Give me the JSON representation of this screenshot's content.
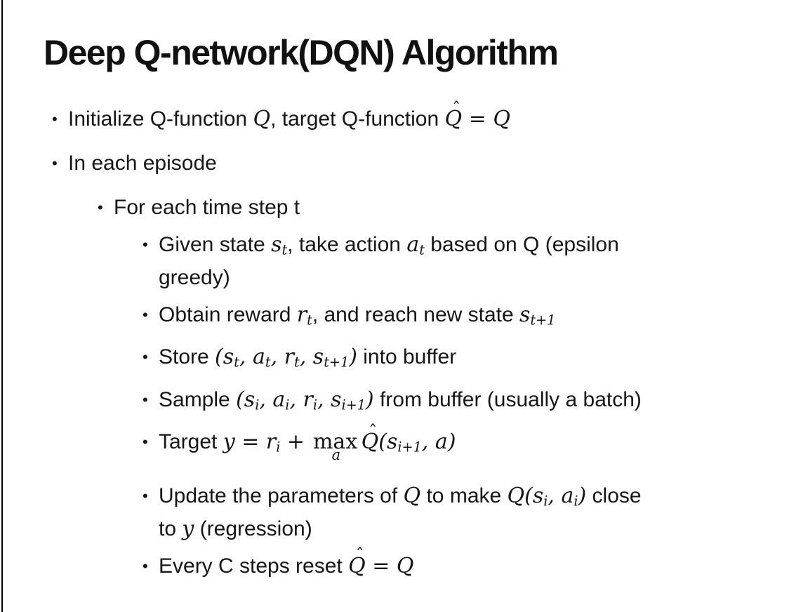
{
  "page": {
    "background": "#ffffff",
    "text_color": "#161616",
    "title_color": "#111111",
    "edge_line_color": "#000000"
  },
  "symbols": {
    "bullet": "•",
    "hat": "ˆ"
  },
  "title": "Deep Q-network(DQN) Algorithm",
  "bullets": [
    {
      "level": 1,
      "segments": [
        {
          "t": "text",
          "v": "Initialize Q-function "
        },
        {
          "t": "math",
          "v": "Q"
        },
        {
          "t": "text",
          "v": ", target Q-function "
        },
        {
          "t": "mhat",
          "v": "Q"
        },
        {
          "t": "math",
          "v": " = Q"
        }
      ]
    },
    {
      "level": 1,
      "segments": [
        {
          "t": "text",
          "v": "In each episode"
        }
      ]
    },
    {
      "level": 2,
      "segments": [
        {
          "t": "text",
          "v": "For each time step t"
        }
      ]
    },
    {
      "level": 3,
      "segments": [
        {
          "t": "text",
          "v": "Given state "
        },
        {
          "t": "msub",
          "v": "s",
          "sub": "t"
        },
        {
          "t": "text",
          "v": ", take action "
        },
        {
          "t": "msub",
          "v": "a",
          "sub": "t"
        },
        {
          "t": "text",
          "v": " based on Q (epsilon"
        },
        {
          "t": "br"
        },
        {
          "t": "text",
          "v": "greedy)"
        }
      ]
    },
    {
      "level": 3,
      "segments": [
        {
          "t": "text",
          "v": "Obtain reward "
        },
        {
          "t": "msub",
          "v": "r",
          "sub": "t"
        },
        {
          "t": "text",
          "v": ", and reach new state "
        },
        {
          "t": "msub",
          "v": "s",
          "sub": "t+1"
        }
      ]
    },
    {
      "level": 3,
      "segments": [
        {
          "t": "text",
          "v": "Store "
        },
        {
          "t": "math",
          "v": "("
        },
        {
          "t": "msub",
          "v": "s",
          "sub": "t"
        },
        {
          "t": "math",
          "v": ", "
        },
        {
          "t": "msub",
          "v": "a",
          "sub": "t"
        },
        {
          "t": "math",
          "v": ", "
        },
        {
          "t": "msub",
          "v": "r",
          "sub": "t"
        },
        {
          "t": "math",
          "v": ", "
        },
        {
          "t": "msub",
          "v": "s",
          "sub": "t+1"
        },
        {
          "t": "math",
          "v": ")"
        },
        {
          "t": "text",
          "v": " into buffer"
        }
      ]
    },
    {
      "level": 3,
      "segments": [
        {
          "t": "text",
          "v": "Sample "
        },
        {
          "t": "math",
          "v": "("
        },
        {
          "t": "msub",
          "v": "s",
          "sub": "i"
        },
        {
          "t": "math",
          "v": ", "
        },
        {
          "t": "msub",
          "v": "a",
          "sub": "i"
        },
        {
          "t": "math",
          "v": ", "
        },
        {
          "t": "msub",
          "v": "r",
          "sub": "i"
        },
        {
          "t": "math",
          "v": ", "
        },
        {
          "t": "msub",
          "v": "s",
          "sub": "i+1"
        },
        {
          "t": "math",
          "v": ")"
        },
        {
          "t": "text",
          "v": " from buffer (usually a batch)"
        }
      ]
    },
    {
      "level": 3,
      "segments": [
        {
          "t": "text",
          "v": "Target "
        },
        {
          "t": "math",
          "v": "y"
        },
        {
          "t": "math",
          "v": " = "
        },
        {
          "t": "msub",
          "v": "r",
          "sub": "i"
        },
        {
          "t": "math",
          "v": " + "
        },
        {
          "t": "underop",
          "v": "max",
          "under": "a"
        },
        {
          "t": "mhat",
          "v": "Q"
        },
        {
          "t": "math",
          "v": "("
        },
        {
          "t": "msub",
          "v": "s",
          "sub": "i+1"
        },
        {
          "t": "math",
          "v": ", a)"
        }
      ]
    },
    {
      "level": 3,
      "segments": [
        {
          "t": "text",
          "v": "Update the parameters of "
        },
        {
          "t": "math",
          "v": "Q"
        },
        {
          "t": "text",
          "v": " to make "
        },
        {
          "t": "math",
          "v": "Q("
        },
        {
          "t": "msub",
          "v": "s",
          "sub": "i"
        },
        {
          "t": "math",
          "v": ", "
        },
        {
          "t": "msub",
          "v": "a",
          "sub": "i"
        },
        {
          "t": "math",
          "v": ")"
        },
        {
          "t": "text",
          "v": " close"
        },
        {
          "t": "br"
        },
        {
          "t": "text",
          "v": "to "
        },
        {
          "t": "math",
          "v": "y"
        },
        {
          "t": "text",
          "v": " (regression)"
        }
      ]
    },
    {
      "level": 3,
      "segments": [
        {
          "t": "text",
          "v": "Every C steps reset "
        },
        {
          "t": "mhat",
          "v": "Q"
        },
        {
          "t": "math",
          "v": " = Q"
        }
      ]
    }
  ]
}
